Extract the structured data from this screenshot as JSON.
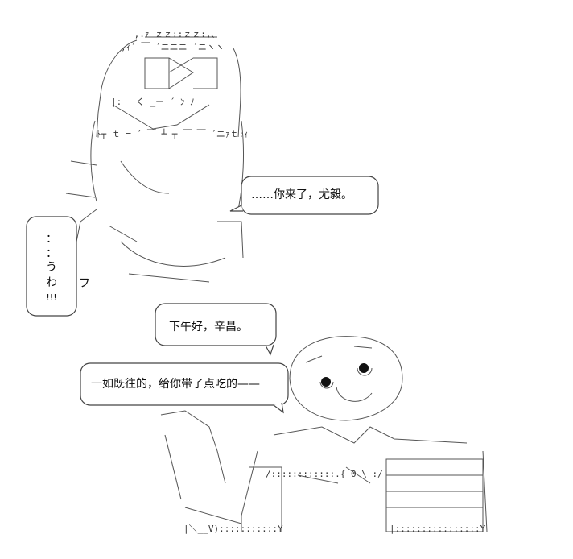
{
  "bubbles": {
    "ding_feng": "……你来了，尤毅。",
    "you_yi_greeting": "下午好，辛昌。",
    "you_yi_gift": "一如既往的，给你带了点吃的——",
    "small_side": [
      "：",
      "：",
      "う",
      "わ",
      "!!!"
    ],
    "small_side_tail": "フ"
  },
  "ascii_fragments": {
    "helmet_top": "_,.ｧ_ｚｚ::ｚｚ:,､",
    "helmet_row1": ",ｨ´ ￣ ´ニニニ ´ニヽヽ",
    "visor": "|:｜ く _ー ´ ﾝ ﾉ",
    "chest_label": "ﾄ┬ ｔ = ´ ￣ ┴ ┬ ￣ ￣ ´ニｧｔ:ｨ",
    "body_lines": "/::::::::::::.{ 0 \\ :/",
    "arm_left": "|＼__V):::::::::::Y",
    "desk_right": "|::::::::::::::::Y"
  }
}
